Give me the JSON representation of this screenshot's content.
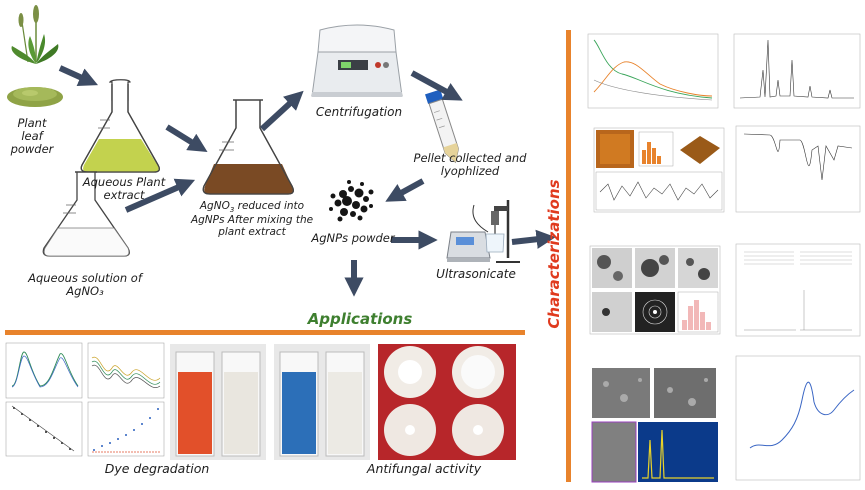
{
  "labels": {
    "plant_leaf_powder": "Plant\nleaf\npowder",
    "aqueous_plant_extract": "Aqueous Plant\nextract",
    "centrifugation": "Centrifugation",
    "pellet": "Pellet collected and\nlyophlized",
    "reduced_part1": "AgNO",
    "reduced_sub": "3",
    "reduced_part2": " reduced into\nAgNPs After mixing the\nplant extract",
    "agnps_powder": "AgNPs powder",
    "aqueous_agno3": "Aqueous solution of\nAgNO₃",
    "ultrasonicate": "Ultrasonicate",
    "applications": "Applications",
    "characterizations": "Characterizations",
    "dye_degradation": "Dye degradation",
    "antifungal_activity": "Antifungal activity"
  },
  "colors": {
    "orange_accent": "#E8832C",
    "applications_green": "#3E7F2F",
    "characterizations_red": "#E03A1E",
    "arrow": "#3D4B63",
    "extract_green": "#C3D24E",
    "agnp_brown": "#7A4A24",
    "dye_red": "#E2502A",
    "dye_blue": "#2C6FB8"
  }
}
